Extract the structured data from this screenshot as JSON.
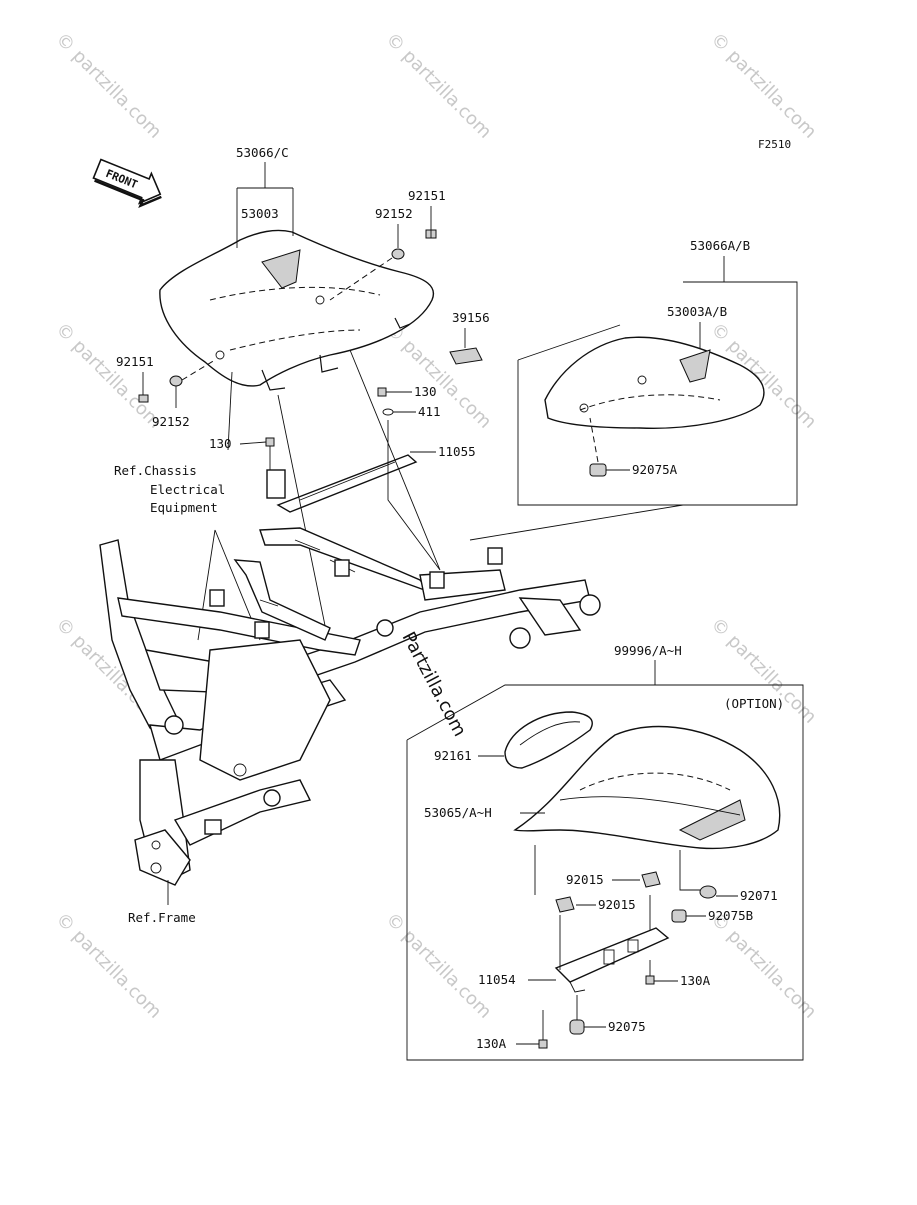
{
  "figure_code": "F2510",
  "front_arrow_label": "FRONT",
  "watermark_text": "© partzilla.com",
  "center_watermark": "Partzilla.com",
  "option_label": "(OPTION)",
  "callouts": {
    "seat_assy": "53066/C",
    "seat_pad": "53003",
    "bolt_92151_a": "92151",
    "washer_92152_a": "92152",
    "bolt_92151_b": "92151",
    "washer_92152_b": "92152",
    "stop_39156": "39156",
    "bolt_130_a": "130",
    "clip_411": "411",
    "bolt_130_b": "130",
    "bracket_11055": "11055",
    "ref_chassis_1": "Ref.Chassis",
    "ref_chassis_2": "Electrical",
    "ref_chassis_3": "Equipment",
    "ref_frame": "Ref.Frame",
    "rear_seat_assy": "53066A/B",
    "rear_seat_pad": "53003A/B",
    "damper_92075a": "92075A",
    "cover_kit": "99996/A~H",
    "plate_92161": "92161",
    "cover_53065": "53065/A~H",
    "damper_92015_a": "92015",
    "damper_92015_b": "92015",
    "damper_92071": "92071",
    "damper_92075b": "92075B",
    "bracket_11054": "11054",
    "bolt_130a_a": "130A",
    "bolt_130a_b": "130A",
    "damper_92075": "92075"
  }
}
